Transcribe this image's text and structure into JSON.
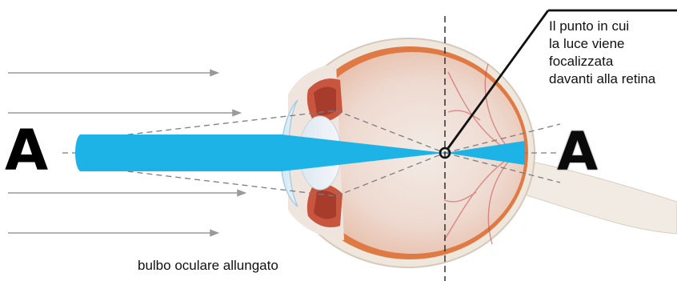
{
  "diagram": {
    "object_letter": "A",
    "image_letter": "A",
    "focus_annotation": {
      "lines": [
        "Il punto in cui",
        "la luce  viene",
        "focalizzata",
        "davanti alla retina"
      ]
    },
    "caption": "bulbo oculare allungato",
    "colors": {
      "light_beam": "#1eb3e6",
      "parallel_rays": "#9a9a9a",
      "sclera": "#efe6dc",
      "retina": "#e07a45",
      "vitreous": "#cfe3ef",
      "optic_nerve": "#f1ebe3"
    }
  }
}
